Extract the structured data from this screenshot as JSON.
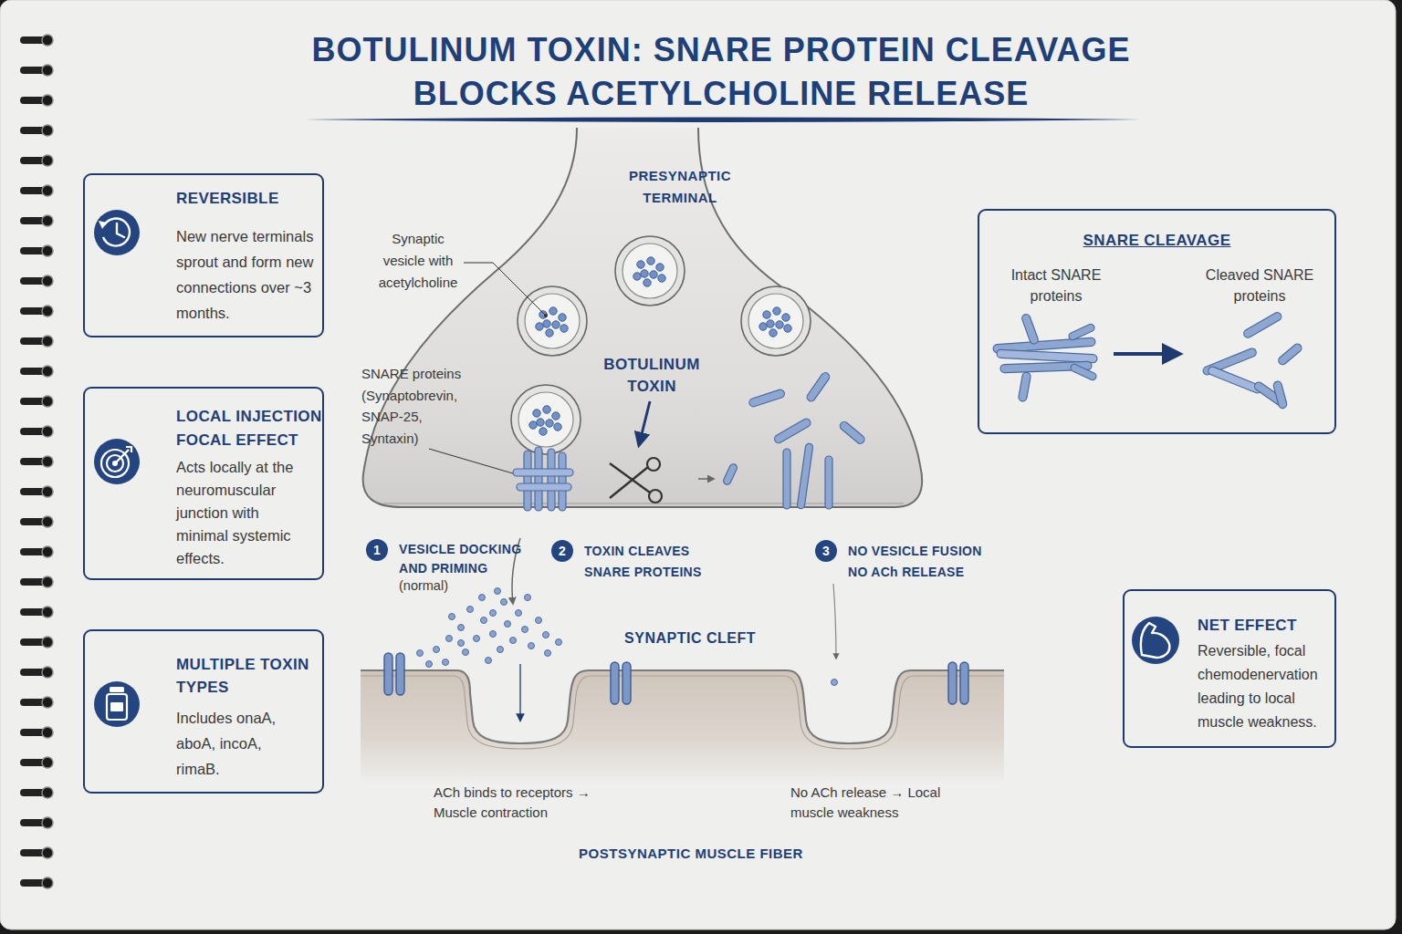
{
  "diagram": {
    "title": "BOTULINUM TOXIN: SNARE PROTEIN CLEAVAGE BLOCKS ACETYLCHOLINE RELEASE",
    "nodes": [
      {
        "text": [
          "REVERSIBLE",
          "New nerve terminals sprout and form new connections over ~3 months."
        ]
      },
      {
        "text": [
          "LOCAL INJECTION FOCAL EFFECT",
          "Acts locally at the neuromuscular junction with minimal systemic effects."
        ]
      },
      {
        "text": [
          "MULTIPLE TOXIN TYPES",
          "Includes onaA, aboA, incoA, rimaB."
        ]
      },
      {
        "text": [
          "SNARE CLEAVAGE",
          "Intact SNARE proteins",
          "Cleaved SNARE proteins"
        ]
      },
      {
        "text": [
          "NET EFFECT",
          "Reversible, focal chemodenervation leading to local muscle weakness."
        ]
      }
    ],
    "labels": [
      "PRESYNAPTIC TERMINAL",
      "Synaptic vesicle with acetylcholine",
      "BOTULINUM TOXIN",
      "SNARE proteins (Synaptobrevin, SNAP-25, Syntaxin)",
      "1",
      "VESICLE DOCKING AND PRIMING",
      "(normal)",
      "2",
      "TOXIN CLEAVES SNARE PROTEINS",
      "3",
      "NO VESICLE FUSION NO ACh RELEASE",
      "SYNAPTIC CLEFT",
      "ACh binds to receptors → Muscle contraction",
      "No ACh release → Local muscle weakness",
      "POSTSYNAPTIC MUSCLE FIBER"
    ]
  }
}
